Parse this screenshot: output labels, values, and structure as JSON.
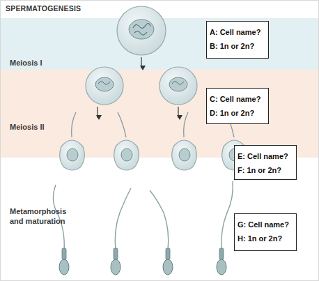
{
  "diagram": {
    "title": "SPERMATOGENESIS",
    "nodes": [
      {
        "text": [
          "Meiosis I"
        ]
      },
      {
        "text": [
          "A: Cell name?",
          "B: 1n or 2n?"
        ],
        "in": 0
      },
      {
        "text": [
          "Meiosis II"
        ]
      },
      {
        "text": [
          "C: Cell name?",
          "D: 1n or 2n?"
        ],
        "in": 2
      },
      {
        "text": [
          "E: Cell name?",
          "F: 1n or 2n?"
        ]
      },
      {
        "text": [
          "G: Cell name?",
          "H: 1n or 2n?"
        ]
      }
    ],
    "edges": [],
    "labels": [
      "Metamorphosis and maturation"
    ]
  }
}
